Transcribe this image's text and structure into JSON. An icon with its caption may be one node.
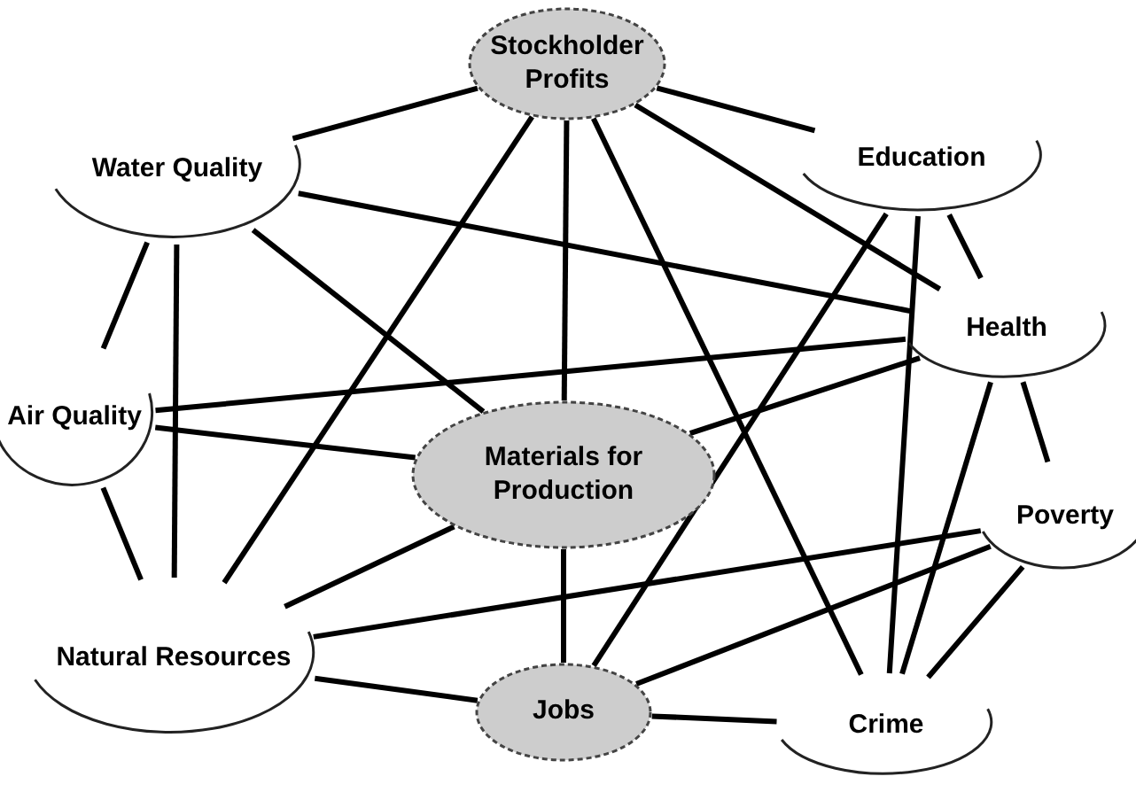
{
  "diagram": {
    "nodes": [
      {
        "text": [
          "Stockholder Profits"
        ]
      },
      {
        "text": [
          "Water Quality"
        ]
      },
      {
        "text": [
          "Education"
        ]
      },
      {
        "text": [
          "Air Quality"
        ]
      },
      {
        "text": [
          "Health"
        ]
      },
      {
        "text": [
          "Materials for Production"
        ]
      },
      {
        "text": [
          "Poverty"
        ]
      },
      {
        "text": [
          "Natural Resources"
        ]
      },
      {
        "text": [
          "Jobs"
        ]
      },
      {
        "text": [
          "Crime"
        ]
      }
    ],
    "edges": [
      {
        "from": 0,
        "to": 1,
        "arrow": "none"
      },
      {
        "from": 0,
        "to": 2,
        "arrow": "none"
      },
      {
        "from": 0,
        "to": 4,
        "arrow": "none"
      },
      {
        "from": 0,
        "to": 7,
        "arrow": "none"
      },
      {
        "from": 0,
        "to": 5,
        "arrow": "none"
      },
      {
        "from": 0,
        "to": 9,
        "arrow": "none"
      },
      {
        "from": 1,
        "to": 4,
        "arrow": "none"
      },
      {
        "from": 1,
        "to": 7,
        "arrow": "none"
      },
      {
        "from": 1,
        "to": 5,
        "arrow": "none"
      },
      {
        "from": 1,
        "to": 3,
        "arrow": "none"
      },
      {
        "from": 3,
        "to": 4,
        "arrow": "none"
      },
      {
        "from": 3,
        "to": 5,
        "arrow": "none"
      },
      {
        "from": 3,
        "to": 7,
        "arrow": "none"
      },
      {
        "from": 2,
        "to": 8,
        "arrow": "none"
      },
      {
        "from": 2,
        "to": 9,
        "arrow": "none"
      },
      {
        "from": 2,
        "to": 4,
        "arrow": "none"
      },
      {
        "from": 4,
        "to": 5,
        "arrow": "none"
      },
      {
        "from": 4,
        "to": 9,
        "arrow": "none"
      },
      {
        "from": 4,
        "to": 6,
        "arrow": "none"
      },
      {
        "from": 7,
        "to": 5,
        "arrow": "none"
      },
      {
        "from": 7,
        "to": 6,
        "arrow": "none"
      },
      {
        "from": 7,
        "to": 8,
        "arrow": "none"
      },
      {
        "from": 5,
        "to": 8,
        "arrow": "none"
      },
      {
        "from": 6,
        "to": 8,
        "arrow": "none"
      },
      {
        "from": 6,
        "to": 9,
        "arrow": "none"
      },
      {
        "from": 8,
        "to": 9,
        "arrow": "none"
      }
    ]
  }
}
